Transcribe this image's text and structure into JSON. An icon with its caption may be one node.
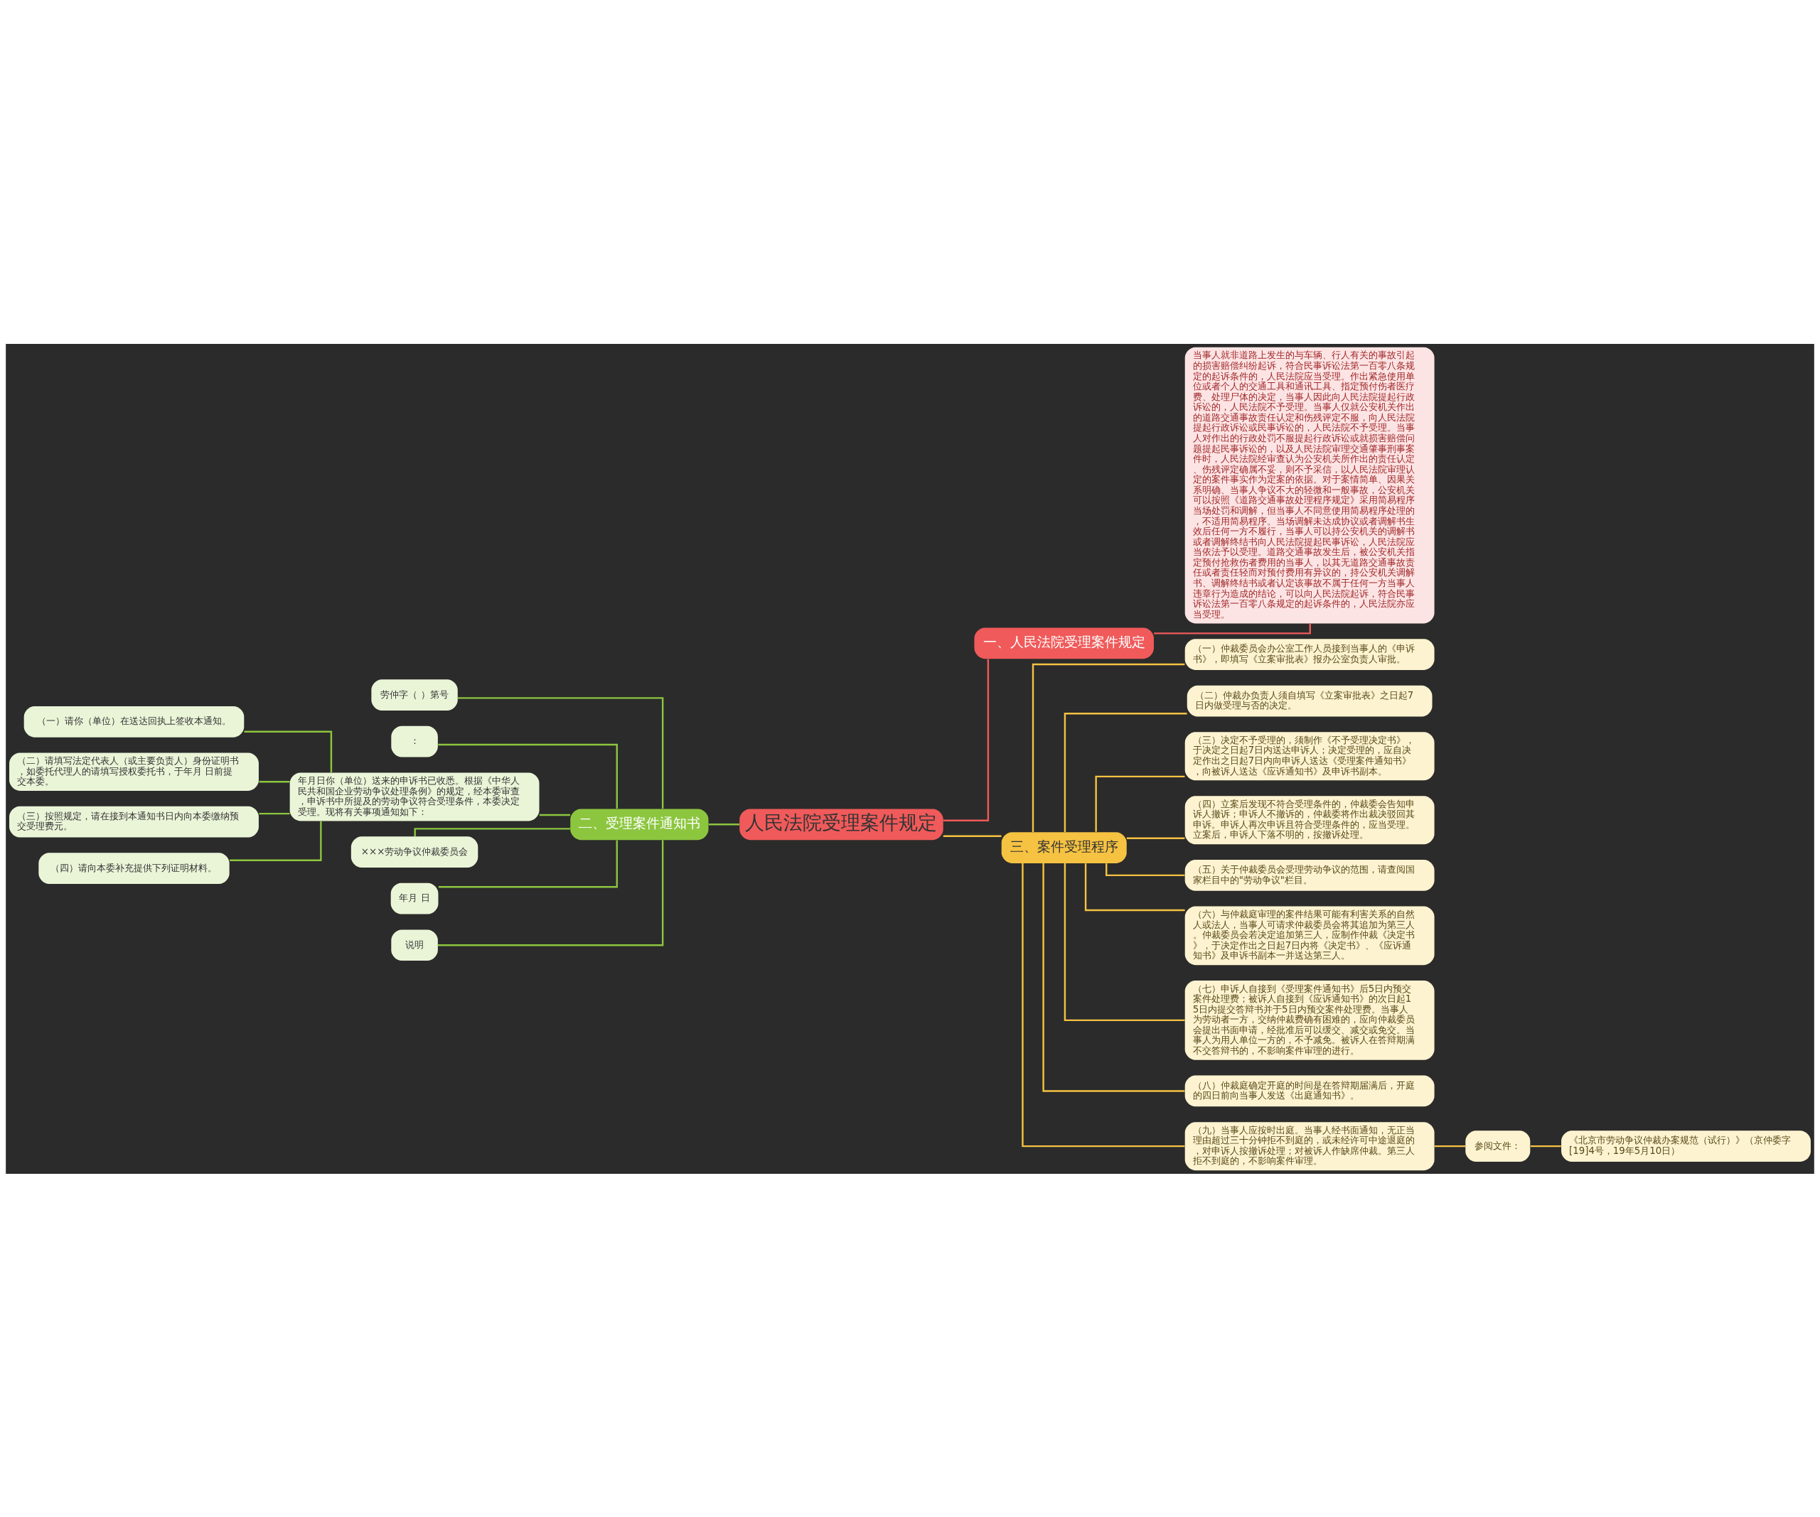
{
  "diagram": {
    "nodes": [
      {
        "text": [
          "人民法院受理案件规定"
        ]
      },
      {
        "text": [
          "一、人民法院受理案件规定"
        ]
      },
      {
        "text": [
          "当事人就非道路上发生的与车辆、行人有关的事故引起的损害赔偿纠纷起诉，符合民事诉讼法第一百零八条规定的起诉条件的，人民法院应当受理。作出紧急使用单位或者个人的交通工具和通讯工具、指定预付伤者医疗费、处理尸体的决定，当事人因此向人民法院提起行政诉讼的，人民法院不予受理。当事人仅就公安机关作出的道路交通事故责任认定和伤残评定不服，向人民法院提起行政诉讼或民事诉讼的，人民法院不予受理。当事人对作出的行政处罚不服提起行政诉讼或就损害赔偿问题提起民事诉讼的，以及人民法院审理交通肇事刑事案件时，人民法院经审查认为公安机关所作出的责任认定、伤残评定确属不妥，则不予采信，以人民法院审理认定的案件事实作为定案的依据。对于案情简单、因果关系明确、当事人争议不大的轻微和一般事故，公安机关可以按照《道路交通事故处理程序规定》采用简易程序当场处罚和调解，但当事人不同意使用简易程序处理的，不适用简易程序。当场调解未达成协议或者调解书生效后任何一方不履行，当事人可以持公安机关的调解书或者调解终结书向人民法院提起民事诉讼，人民法院应当依法予以受理。道路交通事故发生后，被公安机关指定预付抢救伤者费用的当事人，以其无道路交通事故责任或者责任轻而对预付费用有异议的，持公安机关调解书、调解终结书或者认定该事故不属于任何一方当事人违章行为造成的结论，可以向人民法院起诉，符合民事诉讼法第一百零八条规定的起诉条件的，人民法院亦应当受理。"
        ]
      },
      {
        "text": [
          "二、受理案件通知书"
        ]
      },
      {
        "text": [
          "劳仲字（ ）第号"
        ]
      },
      {
        "text": [
          "："
        ]
      },
      {
        "text": [
          "年月日你（单位）送来的申诉书已收悉。根据《中华人民共和国企业劳动争议处理条例》的规定，经本委审查，申诉书中所提及的劳动争议符合受理条件，本委决定受理。现将有关事项通知如下："
        ]
      },
      {
        "text": [
          "（一）请你（单位）在送达回执上签收本通知。"
        ]
      },
      {
        "text": [
          "（二）请填写法定代表人（或主要负责人）身份证明书，如委托代理人的请填写授权委托书，于年月 日前提交本委。"
        ]
      },
      {
        "text": [
          "（三）按照规定，请在接到本通知书日内向本委缴纳预交受理费元。"
        ]
      },
      {
        "text": [
          "（四）请向本委补充提供下列证明材料。"
        ]
      },
      {
        "text": [
          "×××劳动争议仲裁委员会"
        ]
      },
      {
        "text": [
          "年月 日"
        ]
      },
      {
        "text": [
          "说明"
        ]
      },
      {
        "text": [
          "三、案件受理程序"
        ]
      },
      {
        "text": [
          "（一）仲裁委员会办公室工作人员接到当事人的《申诉书》，即填写《立案审批表》报办公室负责人审批。"
        ]
      },
      {
        "text": [
          "（二）仲裁办负责人须自填写《立案审批表》之日起7日内做受理与否的决定。"
        ]
      },
      {
        "text": [
          "（三）决定不予受理的，须制作《不予受理决定书》，于决定之日起7日内送达申诉人；决定受理的，应自决定作出之日起7日内向申诉人送达《受理案件通知书》，向被诉人送达《应诉通知书》及申诉书副本。"
        ]
      },
      {
        "text": [
          "（四）立案后发现不符合受理条件的，仲裁委会告知申诉人撤诉；申诉人不撤诉的，仲裁委将作出裁决驳回其申诉。申诉人再次申诉且符合受理条件的，应当受理。立案后，申诉人下落不明的，按撤诉处理。"
        ]
      },
      {
        "text": [
          "（五）关于仲裁委员会受理劳动争议的范围，请查阅国家栏目中的\"劳动争议\"栏目。"
        ]
      },
      {
        "text": [
          "（六）与仲裁庭审理的案件结果可能有利害关系的自然人或法人，当事人可请求仲裁委员会将其追加为第三人。仲裁委员会若决定追加第三人，应制作仲裁《决定书》，于决定作出之日起7日内将《决定书》、《应诉通知书》及申诉书副本一并送达第三人。"
        ]
      },
      {
        "text": [
          "（七）申诉人自接到《受理案件通知书》后5日内预交案件处理费；被诉人自接到《应诉通知书》的次日起15日内提交答辩书并于5日内预交案件处理费。当事人为劳动者一方，交纳仲裁费确有困难的，应向仲裁委员会提出书面申请，经批准后可以缓交、减交或免交。当事人为用人单位一方的，不予减免。被诉人在答辩期满不交答辩书的，不影响案件审理的进行。"
        ]
      },
      {
        "text": [
          "（八）仲裁庭确定开庭的时间是在答辩期届满后，开庭的四日前向当事人发送《出庭通知书》。"
        ]
      },
      {
        "text": [
          "（九）当事人应按时出庭。当事人经书面通知，无正当理由超过三十分钟拒不到庭的，或未经许可中途退庭的，对申诉人按撤诉处理；对被诉人作缺席仲裁。第三人拒不到庭的，不影响案件审理。"
        ]
      },
      {
        "text": [
          "参阅文件："
        ]
      },
      {
        "text": [
          "《北京市劳动争议仲裁办案规范（试行）》（京仲委字[19]4号，19年5月10日）"
        ]
      }
    ],
    "edges": [
      {
        "from": 0,
        "to": 1,
        "arrow": "none",
        "color": "#f05a5a"
      },
      {
        "from": 1,
        "to": 2,
        "arrow": "none",
        "color": "#f05a5a"
      },
      {
        "from": 0,
        "to": 3,
        "arrow": "none",
        "color": "#8cc63f"
      },
      {
        "from": 3,
        "to": 4,
        "arrow": "none",
        "color": "#8cc63f"
      },
      {
        "from": 3,
        "to": 5,
        "arrow": "none",
        "color": "#8cc63f"
      },
      {
        "from": 3,
        "to": 6,
        "arrow": "none",
        "color": "#8cc63f"
      },
      {
        "from": 6,
        "to": 7,
        "arrow": "none",
        "color": "#8cc63f"
      },
      {
        "from": 6,
        "to": 8,
        "arrow": "none",
        "color": "#8cc63f"
      },
      {
        "from": 6,
        "to": 9,
        "arrow": "none",
        "color": "#8cc63f"
      },
      {
        "from": 6,
        "to": 10,
        "arrow": "none",
        "color": "#8cc63f"
      },
      {
        "from": 3,
        "to": 11,
        "arrow": "none",
        "color": "#8cc63f"
      },
      {
        "from": 3,
        "to": 12,
        "arrow": "none",
        "color": "#8cc63f"
      },
      {
        "from": 3,
        "to": 13,
        "arrow": "none",
        "color": "#8cc63f"
      },
      {
        "from": 0,
        "to": 14,
        "arrow": "none"
      },
      {
        "from": 14,
        "to": 15,
        "arrow": "none"
      },
      {
        "from": 14,
        "to": 16,
        "arrow": "none"
      },
      {
        "from": 14,
        "to": 17,
        "arrow": "none"
      },
      {
        "from": 14,
        "to": 18,
        "arrow": "none"
      },
      {
        "from": 14,
        "to": 19,
        "arrow": "none"
      },
      {
        "from": 14,
        "to": 20,
        "arrow": "none"
      },
      {
        "from": 14,
        "to": 21,
        "arrow": "none"
      },
      {
        "from": 14,
        "to": 22,
        "arrow": "none"
      },
      {
        "from": 14,
        "to": 23,
        "arrow": "none"
      },
      {
        "from": 23,
        "to": 24,
        "arrow": "none"
      },
      {
        "from": 24,
        "to": 25,
        "arrow": "none"
      }
    ]
  }
}
